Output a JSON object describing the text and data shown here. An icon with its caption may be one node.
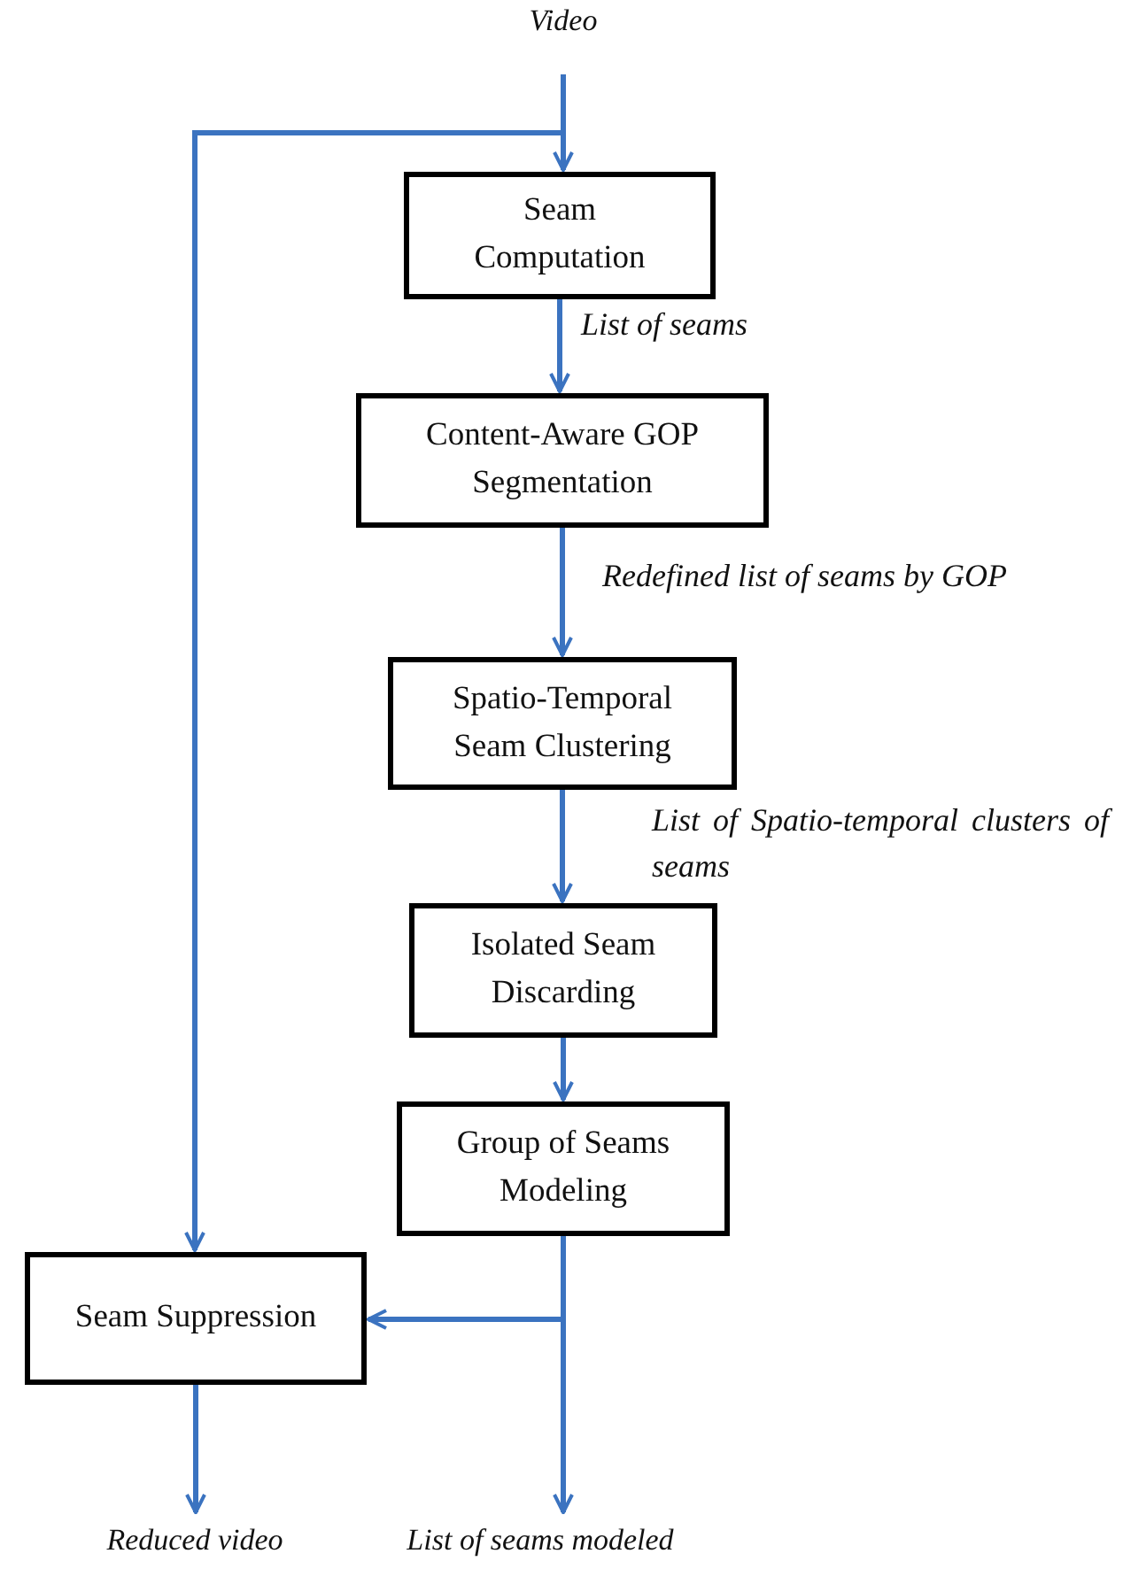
{
  "diagram": {
    "nodes": [
      {
        "text": [
          "Video"
        ]
      },
      {
        "text": [
          "Seam Computation"
        ]
      },
      {
        "text": [
          "Content-Aware GOP Segmentation"
        ]
      },
      {
        "text": [
          "Spatio-Temporal Seam Clustering"
        ]
      },
      {
        "text": [
          "Isolated Seam Discarding"
        ]
      },
      {
        "text": [
          "Group of Seams Modeling"
        ]
      },
      {
        "text": [
          "Seam Suppression"
        ]
      },
      {
        "text": [
          "Reduced video"
        ]
      },
      {
        "text": [
          "List of seams modeled"
        ]
      }
    ],
    "edges": [
      {
        "from": 0,
        "to": 1,
        "arrow": "to"
      },
      {
        "from": 0,
        "to": 6,
        "arrow": "to"
      },
      {
        "from": 1,
        "to": 2,
        "arrow": "to",
        "label": "List of seams"
      },
      {
        "from": 2,
        "to": 3,
        "arrow": "to",
        "label": "Redefined list of seams by GOP"
      },
      {
        "from": 3,
        "to": 4,
        "arrow": "to",
        "label": "List of Spatio-temporal clusters of seams"
      },
      {
        "from": 4,
        "to": 5,
        "arrow": "to"
      },
      {
        "from": 5,
        "to": 6,
        "arrow": "to"
      },
      {
        "from": 5,
        "to": 8,
        "arrow": "to"
      },
      {
        "from": 6,
        "to": 7,
        "arrow": "to"
      }
    ]
  }
}
